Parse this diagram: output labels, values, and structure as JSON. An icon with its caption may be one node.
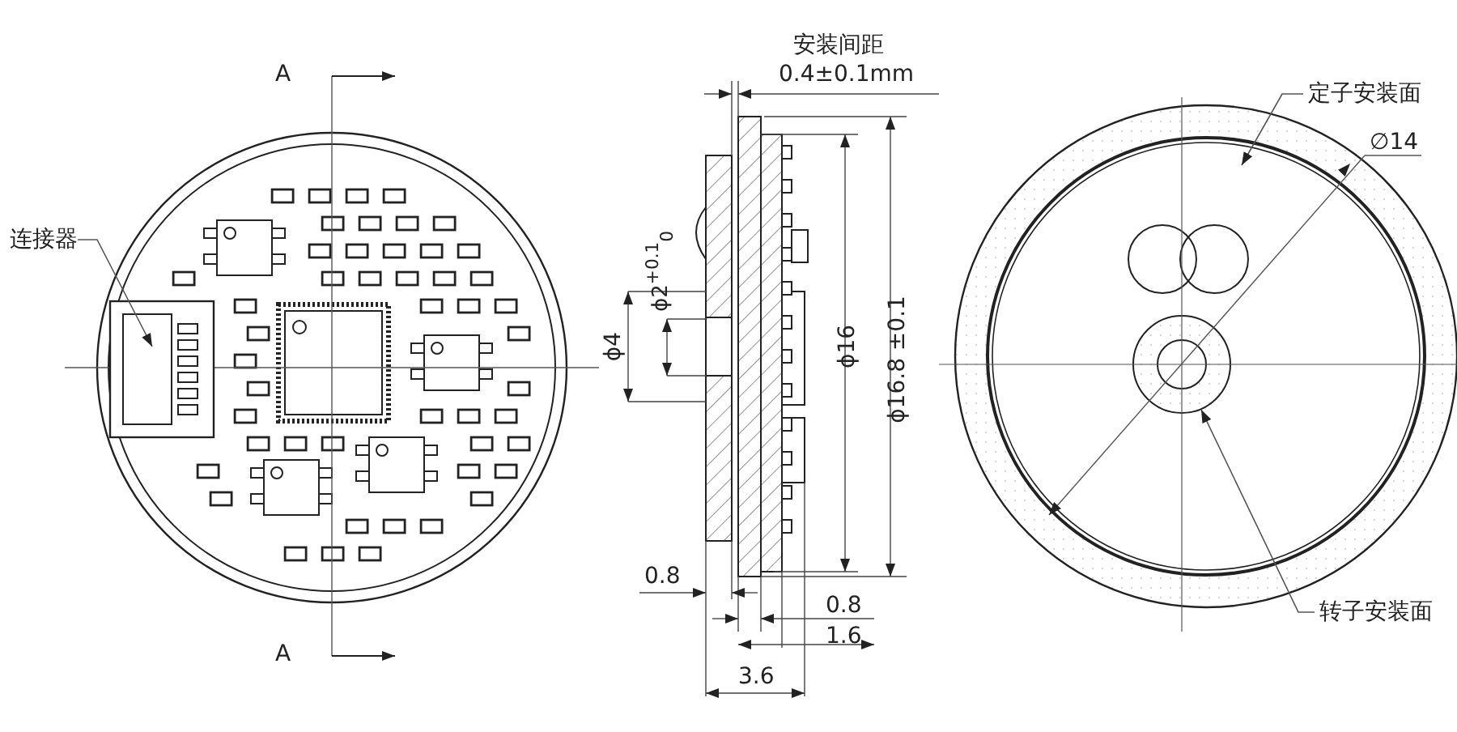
{
  "diagram": {
    "nodes": [
      {
        "text": [
          "连接器"
        ]
      },
      {
        "text": [],
        "shape": "picture"
      },
      {
        "text": [
          "定子安装面"
        ]
      },
      {
        "text": [
          "转子安装面"
        ]
      }
    ],
    "edges": [
      {
        "from": 0,
        "to": 1,
        "arrow": "to"
      },
      {
        "from": 2,
        "to": null,
        "arrow": "to"
      },
      {
        "from": 3,
        "to": null,
        "arrow": "to"
      }
    ],
    "labels": [
      "A",
      "安装间距",
      "0.4±0.1mm",
      "∅14",
      "ϕ2$^{+0.1}$$_{0}$",
      "ϕ4",
      "ϕ16",
      "ϕ16.8 ±0.1",
      "0.8",
      "0.8",
      "1.6",
      "A",
      "3.6"
    ]
  }
}
